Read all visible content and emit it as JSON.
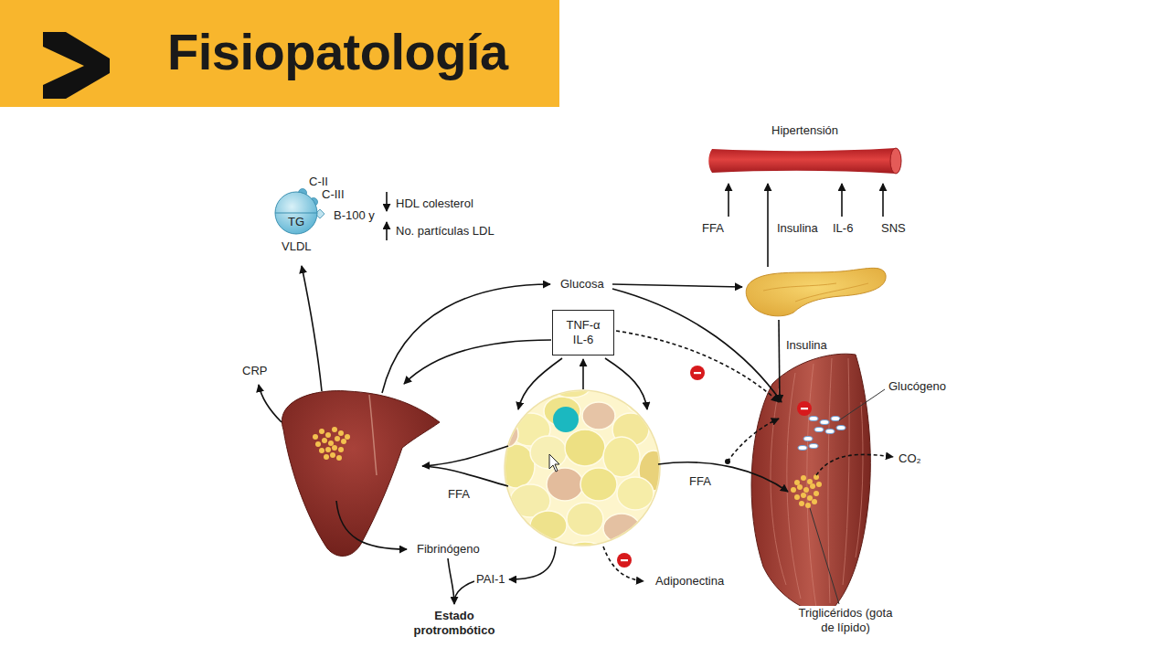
{
  "diagram": {
    "title": "Fisiopatología",
    "nodes": [
      {
        "text": [
          "TG",
          "VLDL"
        ]
      },
      {
        "text": [
          "Hipertensión"
        ]
      },
      {
        "text": [
          "TNF-α IL-6"
        ]
      }
    ],
    "labels": [
      "C-II",
      "C-III",
      "B-100 y",
      "HDL colesterol",
      "No. partículas LDL",
      "FFA",
      "Insulina",
      "IL-6",
      "SNS",
      "Glucosa",
      "CRP",
      "Insulina",
      "Glucógeno",
      "CO₂",
      "FFA",
      "FFA",
      "Fibrinógeno",
      "PAI-1",
      "Estado protrombótico",
      "Adiponectina",
      "Triglicéridos (gota de lípido)"
    ]
  }
}
